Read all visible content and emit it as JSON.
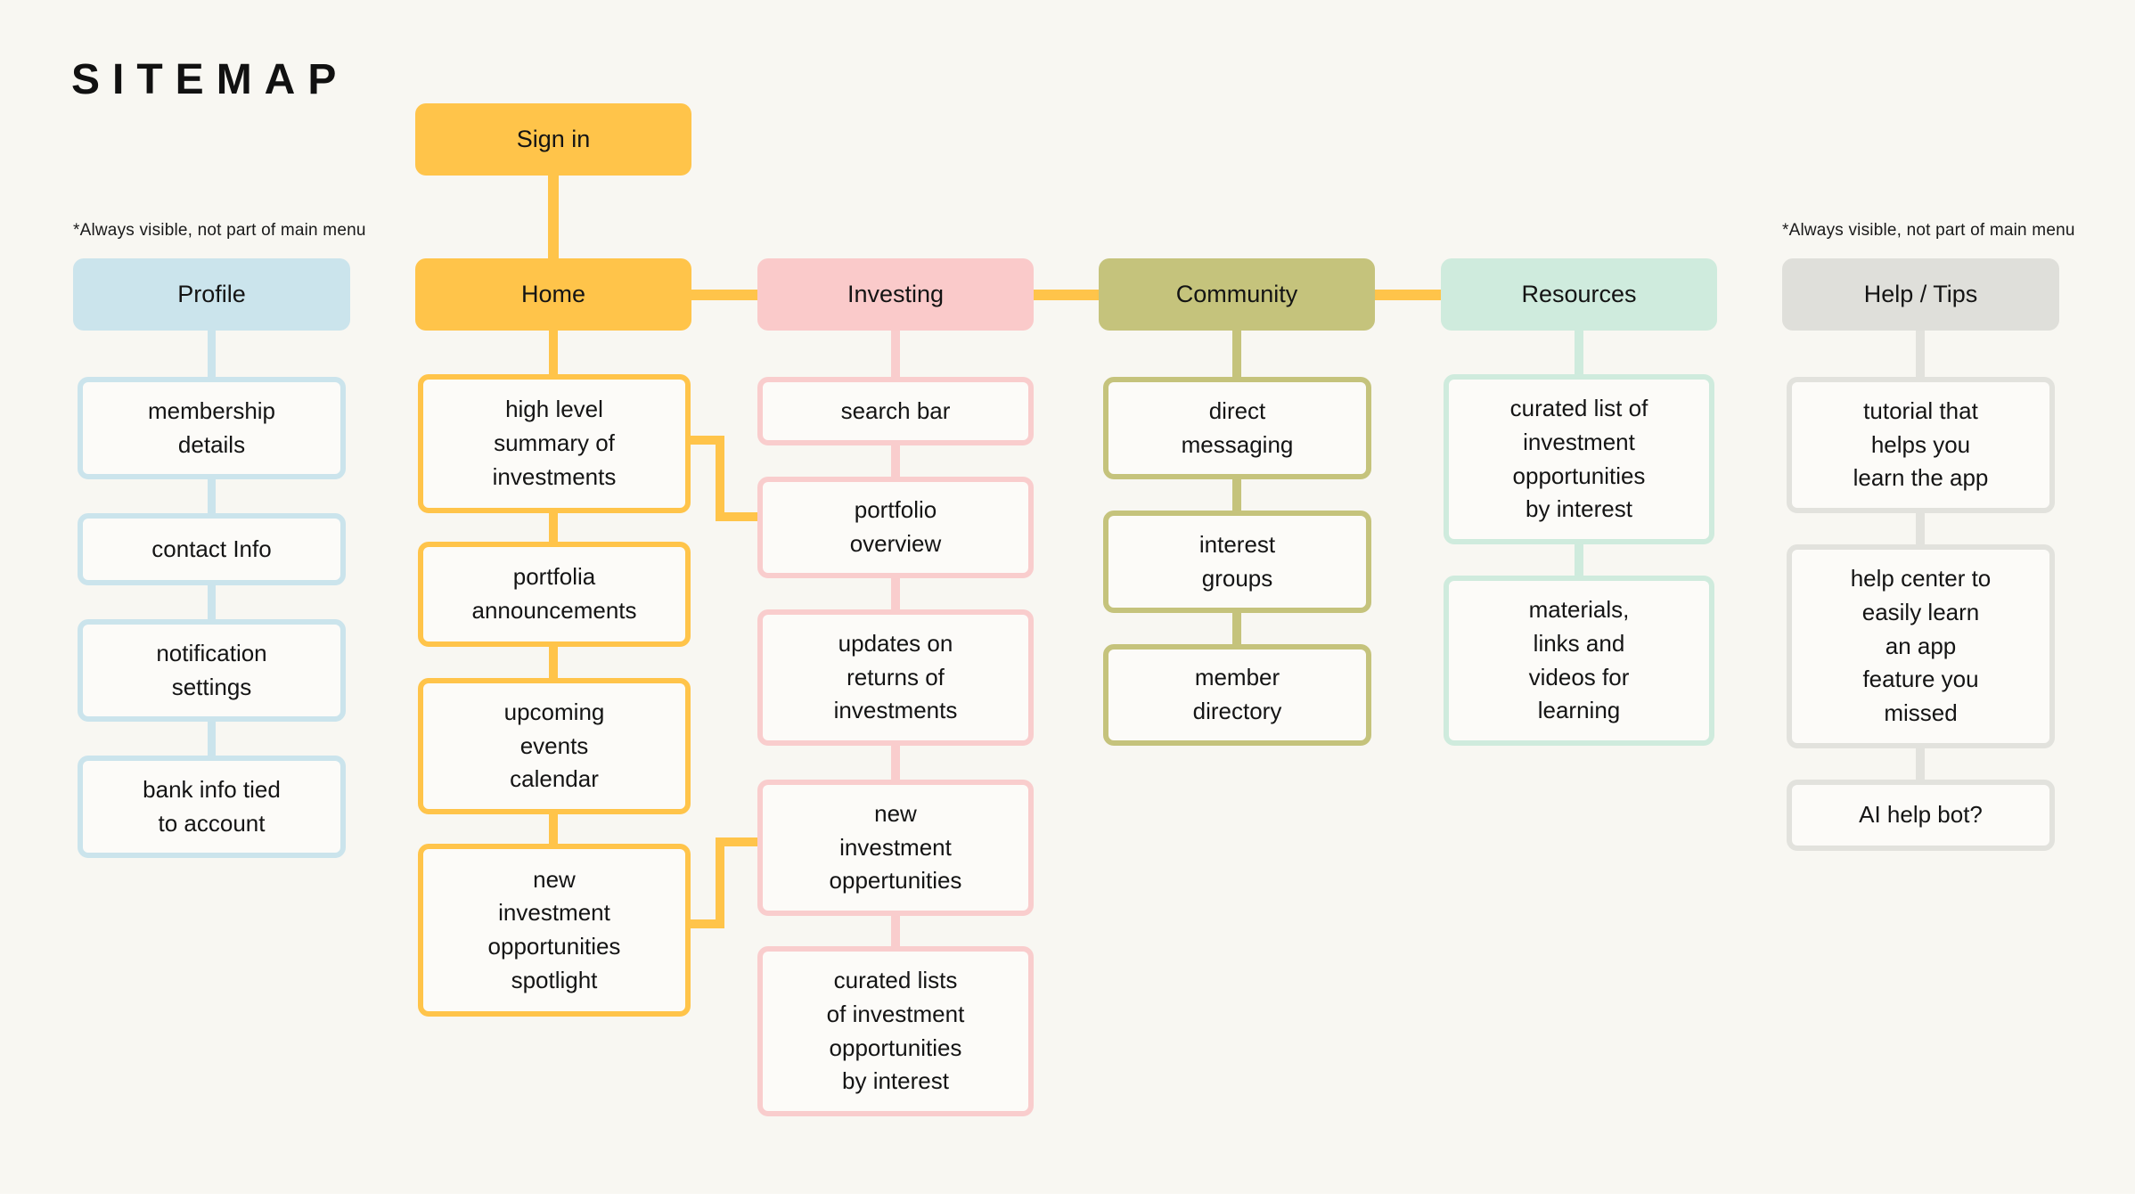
{
  "title": "SITEMAP",
  "notes": {
    "left": "*Always visible, not part of main menu",
    "right": "*Always visible, not part of main menu"
  },
  "sign_in": {
    "label": "Sign in"
  },
  "colors": {
    "background": "#f8f7f2",
    "connector_main": "#ffc44a",
    "profile": "#cbe4ec",
    "home": "#ffc44a",
    "investing": "#facaca",
    "community": "#c5c37c",
    "resources": "#cfebdd",
    "help_tips": "#dfdfda",
    "child_fill": "#fcfbf8"
  },
  "columns": [
    {
      "label": "Profile",
      "color": "#cbe4ec",
      "children": [
        "membership\ndetails",
        "contact Info",
        "notification\nsettings",
        "bank info tied\nto account"
      ]
    },
    {
      "label": "Home",
      "color": "#ffc44a",
      "children": [
        "high level\nsummary of\ninvestments",
        "portfolia\nannouncements",
        "upcoming\nevents\ncalendar",
        "new\ninvestment\nopportunities\nspotlight"
      ]
    },
    {
      "label": "Investing",
      "color": "#facaca",
      "children": [
        "search bar",
        "portfolio\noverview",
        "updates on\nreturns of\ninvestments",
        "new\ninvestment\noppertunities",
        "curated lists\nof investment\nopportunities\nby interest"
      ]
    },
    {
      "label": "Community",
      "color": "#c5c37c",
      "children": [
        "direct\nmessaging",
        "interest\ngroups",
        "member\ndirectory"
      ]
    },
    {
      "label": "Resources",
      "color": "#cfebdd",
      "children": [
        "curated list of\ninvestment\nopportunities\nby interest",
        "materials,\nlinks and\nvideos for\nlearning"
      ]
    },
    {
      "label": "Help / Tips",
      "color": "#dfdfda",
      "children": [
        "tutorial that\nhelps you\nlearn the app",
        "help center to\neasily learn\nan app\nfeature you\nmissed",
        "AI help bot?"
      ]
    }
  ]
}
